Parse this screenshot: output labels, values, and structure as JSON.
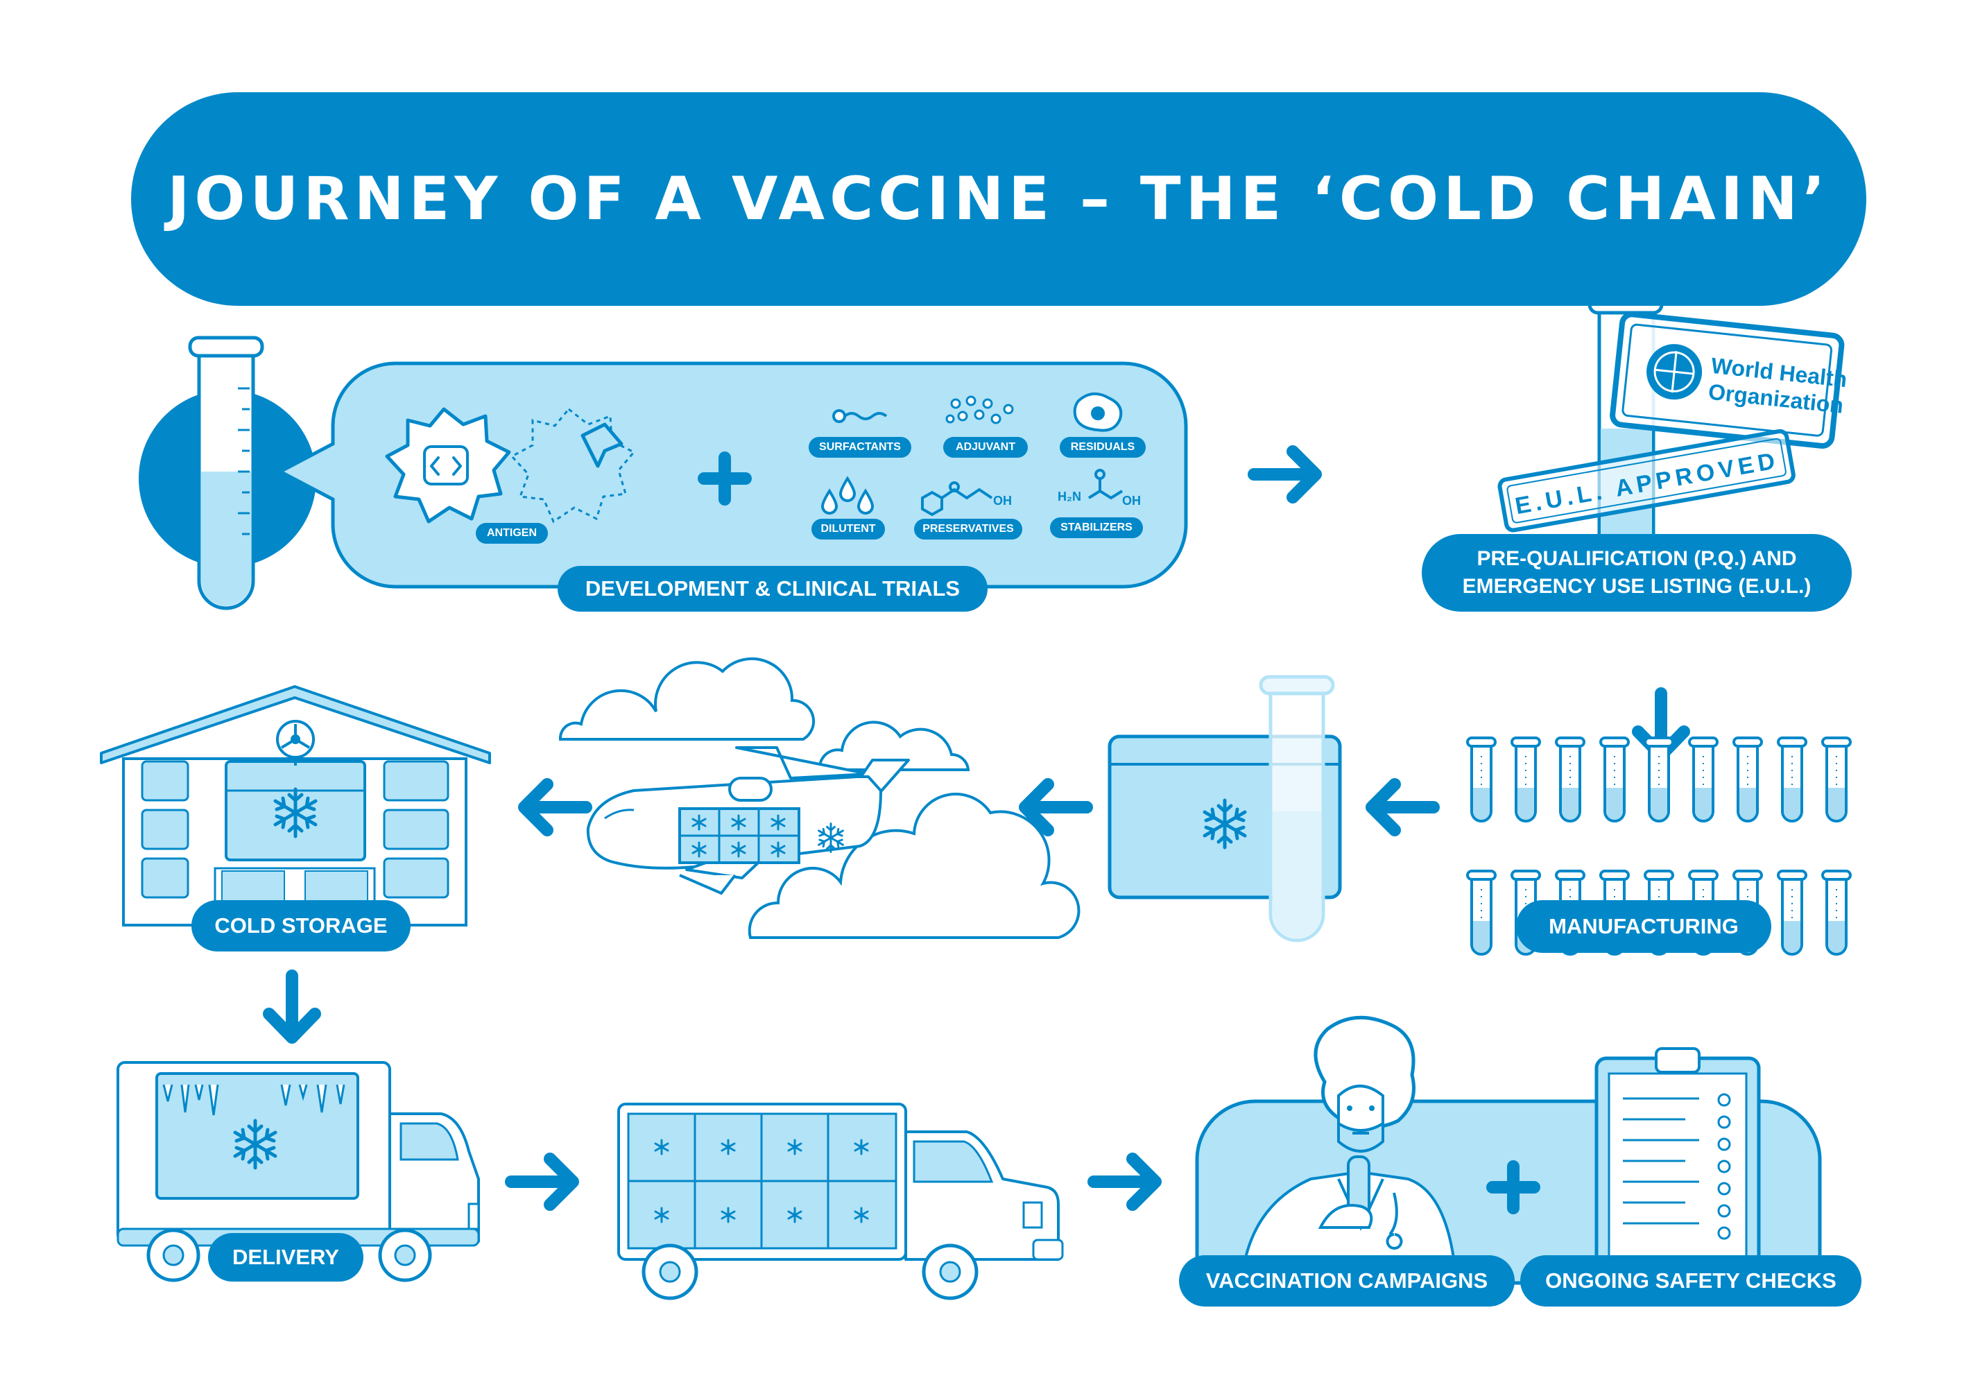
{
  "title": "JOURNEY OF A VACCINE – THE ‘COLD CHAIN’",
  "colors": {
    "primary": "#0288c9",
    "light": "#b3e3f7",
    "pale": "#dff3fc",
    "white": "#ffffff"
  },
  "stages": {
    "development": "DEVELOPMENT & CLINICAL TRIALS",
    "prequalification_line1": "PRE-QUALIFICATION (P.Q.) AND",
    "prequalification_line2": "EMERGENCY USE LISTING (E.U.L.)",
    "manufacturing": "MANUFACTURING",
    "cold_storage": "COLD STORAGE",
    "delivery": "DELIVERY",
    "vaccination": "VACCINATION CAMPAIGNS",
    "safety": "ONGOING SAFETY CHECKS"
  },
  "ingredients": {
    "antigen": "ANTIGEN",
    "surfactants": "SURFACTANTS",
    "adjuvant": "ADJUVANT",
    "residuals": "RESIDUALS",
    "dilutent": "DILUTENT",
    "preservatives": "PRESERVATIVES",
    "stabilizers": "STABILIZERS"
  },
  "chem": {
    "oh1": "OH",
    "h2n": "H₂N",
    "oh2": "OH"
  },
  "who": {
    "line1": "World Health",
    "line2": "Organization",
    "stamp": "E.U.L. APPROVED"
  },
  "icons": [
    "test-tube-icon",
    "antigen-gear-icon",
    "plus-icon",
    "arrow-right-icon",
    "arrow-left-icon",
    "arrow-down-icon",
    "who-stamp-icon",
    "snowflake-icon",
    "airplane-icon",
    "cloud-icon",
    "warehouse-icon",
    "truck-icon",
    "doctor-icon",
    "clipboard-icon"
  ]
}
